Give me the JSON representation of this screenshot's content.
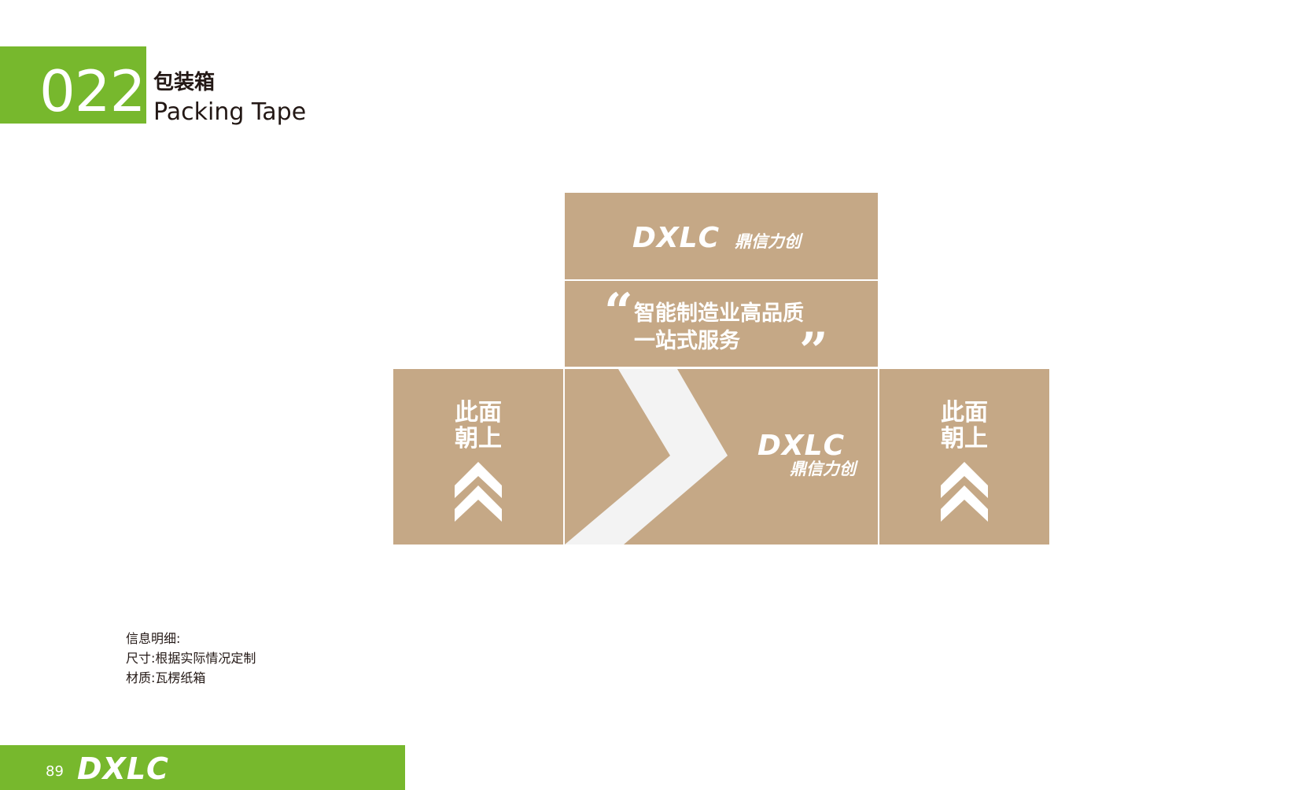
{
  "header": {
    "number": "022",
    "title_cn": "包装箱",
    "title_en": "Packing Tape"
  },
  "box": {
    "logo_en": "DXLC",
    "logo_cn": "鼎信力创",
    "slogan_line1": "智能制造业高品质",
    "slogan_line2": "一站式服务",
    "open_quote": "“",
    "close_quote": "”",
    "up_line1": "此面",
    "up_line2": "朝上"
  },
  "info": {
    "heading": "信息明细:",
    "size": "尺寸:根据实际情况定制",
    "material": "材质:瓦楞纸箱"
  },
  "footer": {
    "page": "89",
    "logo": "DXLC"
  },
  "colors": {
    "brand_green": "#77b82d",
    "kraft": "#c5a886",
    "stripe": "#f3f3f3"
  }
}
